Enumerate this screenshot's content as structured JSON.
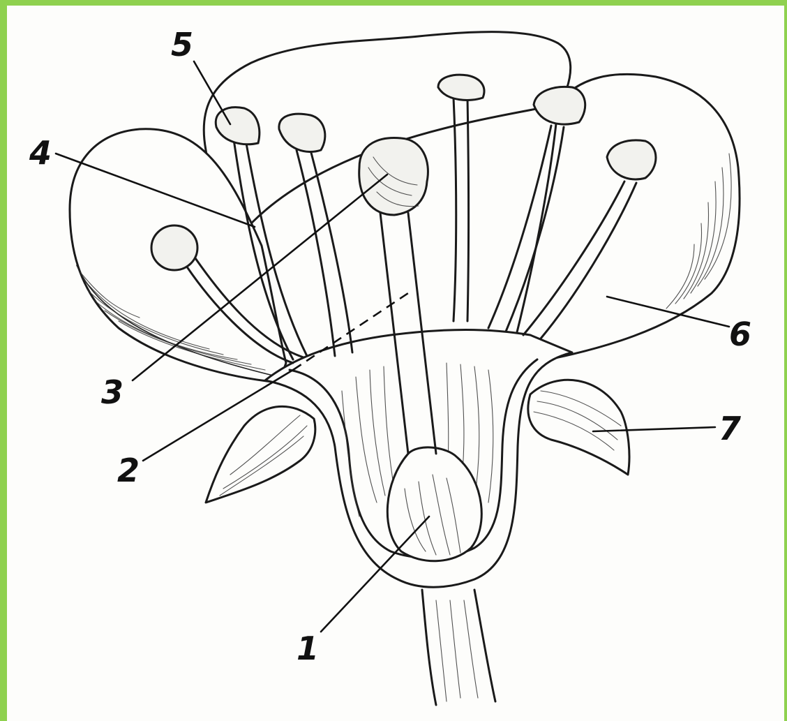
{
  "frame": {
    "border_color": "#8fd14f"
  },
  "labels": [
    {
      "id": "1",
      "text": "1"
    },
    {
      "id": "2",
      "text": "2"
    },
    {
      "id": "3",
      "text": "3"
    },
    {
      "id": "4",
      "text": "4"
    },
    {
      "id": "5",
      "text": "5"
    },
    {
      "id": "6",
      "text": "6"
    },
    {
      "id": "7",
      "text": "7"
    }
  ]
}
